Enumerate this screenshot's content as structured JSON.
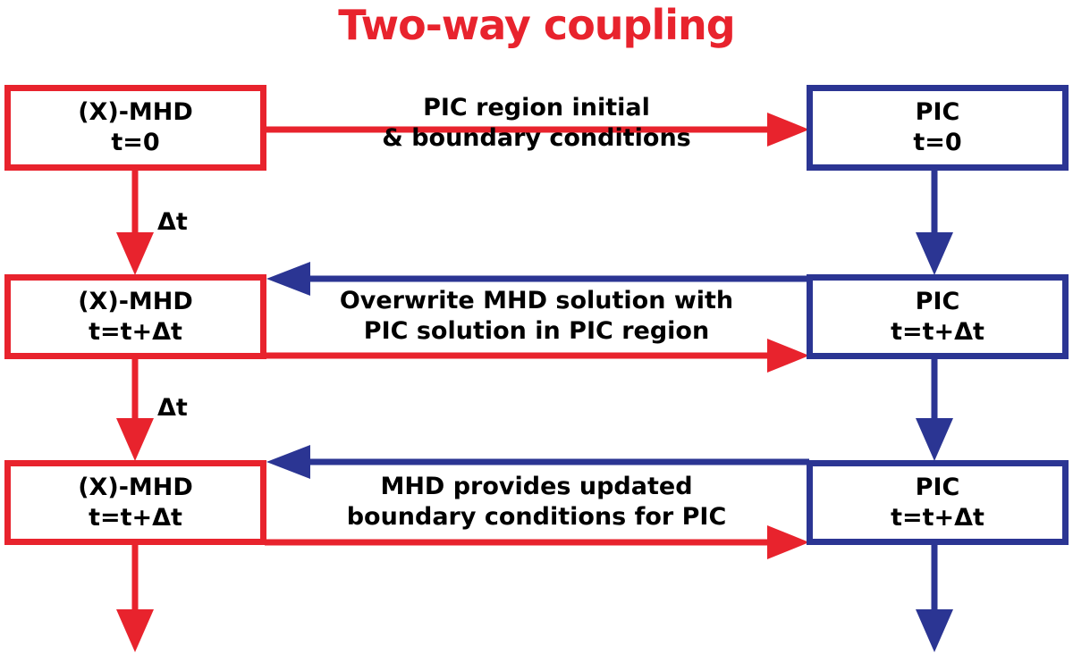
{
  "title": "Two-way coupling",
  "colors": {
    "mhd": "#e8232d",
    "pic": "#2b3593",
    "title": "#e8232d"
  },
  "rows": [
    {
      "mhd": {
        "line1": "(X)-MHD",
        "line2": "t=0"
      },
      "pic": {
        "line1": "PIC",
        "line2": "t=0"
      },
      "message": {
        "line1": "PIC region initial",
        "line2": "& boundary conditions"
      }
    },
    {
      "mhd": {
        "line1": "(X)-MHD",
        "line2": "t=t+Δt"
      },
      "pic": {
        "line1": "PIC",
        "line2": "t=t+Δt"
      },
      "message": {
        "line1": "Overwrite MHD solution with",
        "line2": "PIC solution in PIC region"
      }
    },
    {
      "mhd": {
        "line1": "(X)-MHD",
        "line2": "t=t+Δt"
      },
      "pic": {
        "line1": "PIC",
        "line2": "t=t+Δt"
      },
      "message": {
        "line1": "MHD provides updated",
        "line2": "boundary conditions for PIC"
      }
    }
  ],
  "timestep_labels": [
    "Δt",
    "Δt"
  ]
}
